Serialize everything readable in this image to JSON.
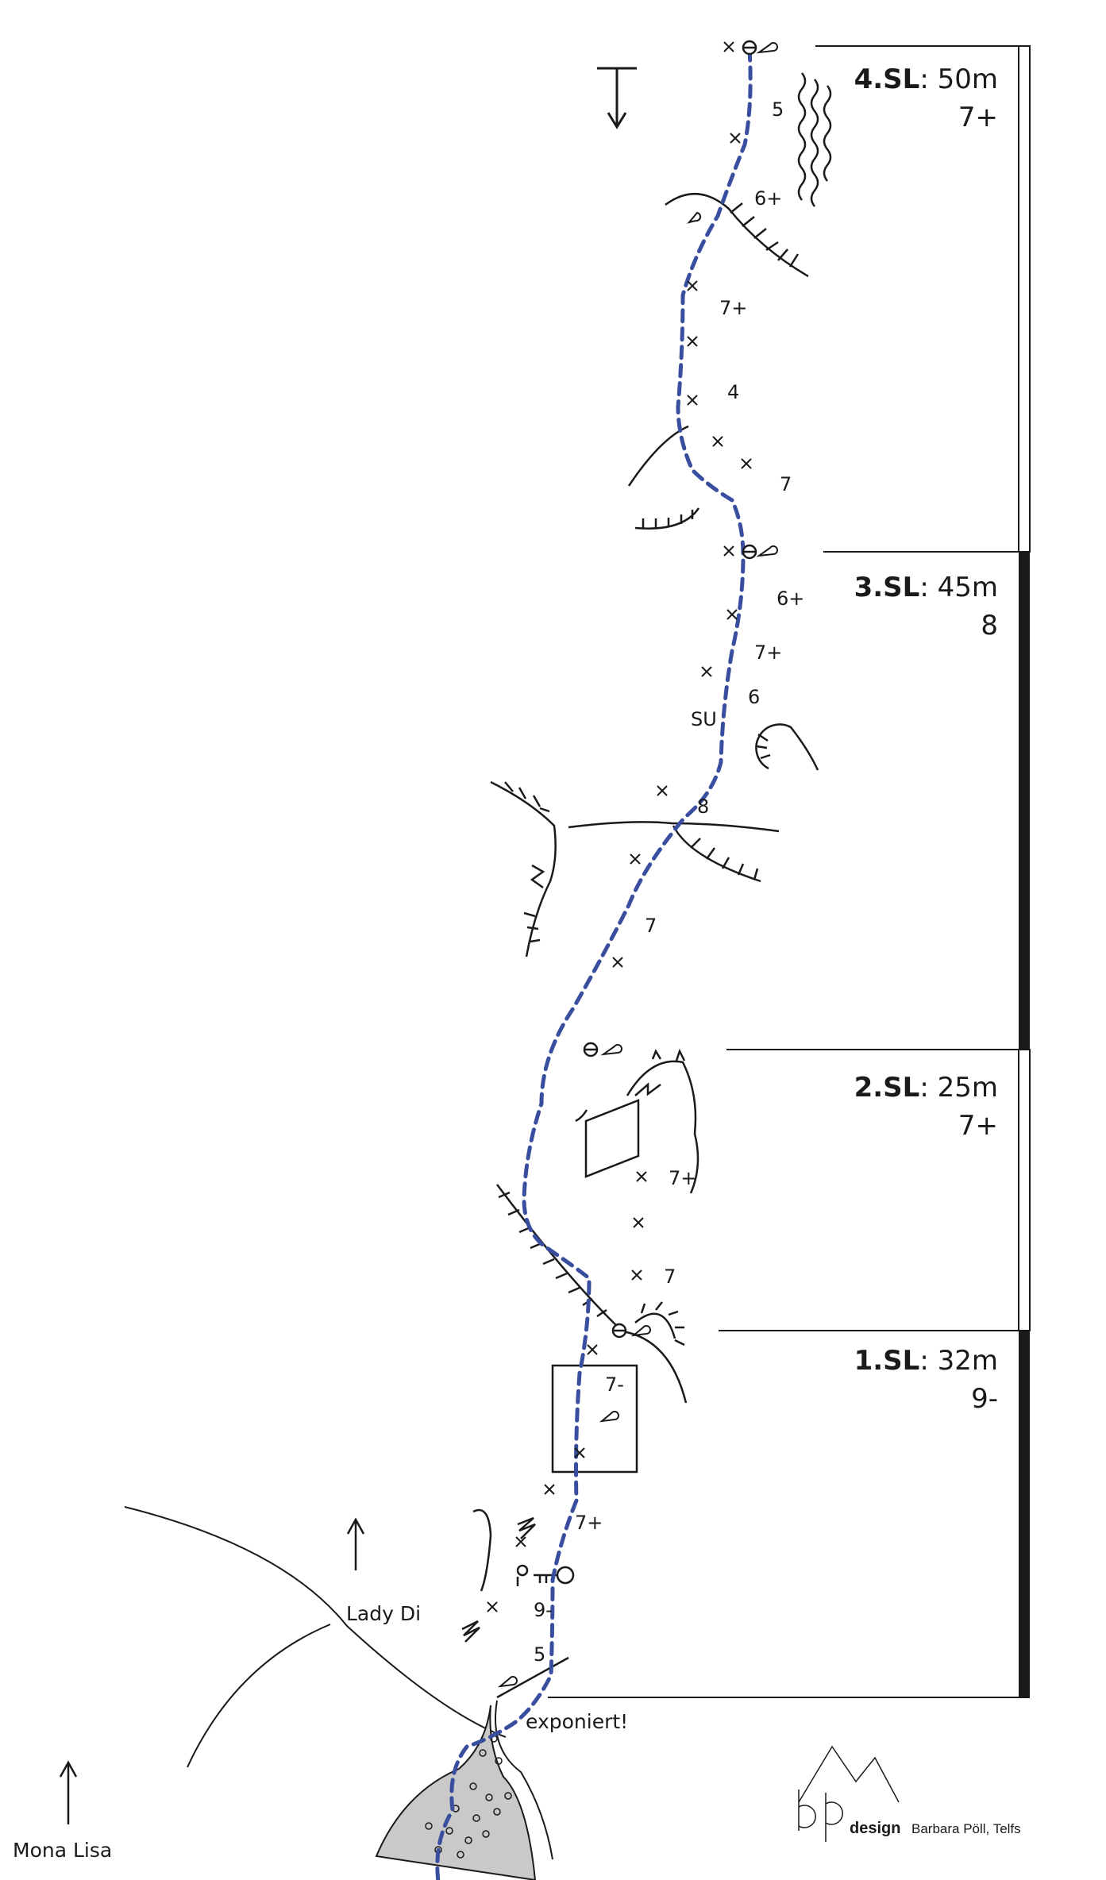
{
  "pitches": [
    {
      "sl": "4.SL",
      "length": "50m",
      "grade": "7+"
    },
    {
      "sl": "3.SL",
      "length": "45m",
      "grade": "8"
    },
    {
      "sl": "2.SL",
      "length": "25m",
      "grade": "7+"
    },
    {
      "sl": "1.SL",
      "length": "32m",
      "grade": "9-"
    }
  ],
  "grades": [
    "5",
    "6+",
    "7+",
    "4",
    "7",
    "6+",
    "7+",
    "6",
    "8",
    "7",
    "7+",
    "7",
    "7-",
    "7+",
    "9-",
    "5"
  ],
  "annotations": {
    "su": "SU",
    "exposed": "exponiert!",
    "lady_di": "Lady Di",
    "mona_lisa": "Mona Lisa"
  },
  "logo": {
    "design": "design",
    "credit": "Barbara Pöll, Telfs"
  },
  "colors": {
    "route": "#3a4ea0",
    "ink": "#1a1a1a",
    "rock": "#c9c9c9"
  }
}
